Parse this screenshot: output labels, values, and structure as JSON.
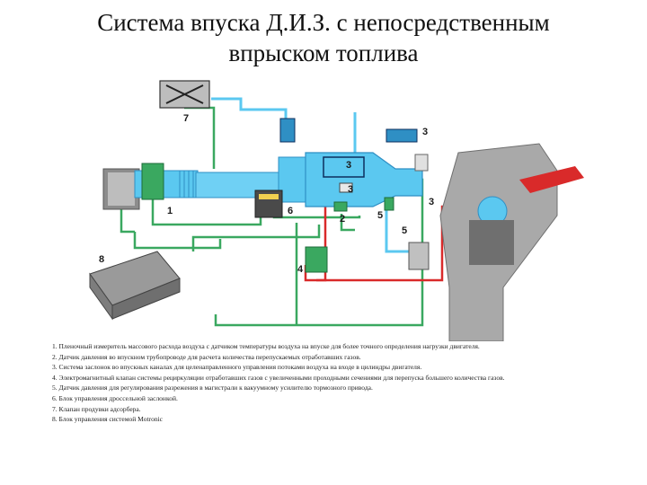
{
  "title": {
    "line1": "Система впуска Д.И.З. с непосредственным",
    "line2": "впрыском топлива"
  },
  "labels": [
    "1",
    "2",
    "3",
    "3",
    "3",
    "3",
    "4",
    "5",
    "5",
    "6",
    "7",
    "8"
  ],
  "legend": [
    "1. Пленочный измеритель массового расхода воздуха с датчиком температуры воздуха на впуске для более точного определения нагрузки двигателя.",
    "2. Датчик давления во впускном трубопроводе для расчета количества перепускаемых отработавших газов.",
    "3. Система заслонок во впускных каналах для целенаправленного управления потоками воздуха на входе в цилиндры двигателя.",
    "4. Электромагнитный клапан системы рециркуляции отработавших газов с увеличенными проходными сечениями для перепуска большего количества газов.",
    "5. Датчик давления для регулирования разрежения в магистрали к вакуумному усилителю тормозного привода.",
    "6. Блок управления дроссельной заслонкой.",
    "7. Клапан продувки адсорбера.",
    "8. Блок управления системой Motronic"
  ],
  "colors": {
    "intake": "#5bc8f0",
    "intake_dark": "#2f8fc4",
    "wire": "#3aa860",
    "exhaust": "#d92a2a",
    "engine": "#a9a9a9",
    "engine_dark": "#6f6f6f"
  }
}
